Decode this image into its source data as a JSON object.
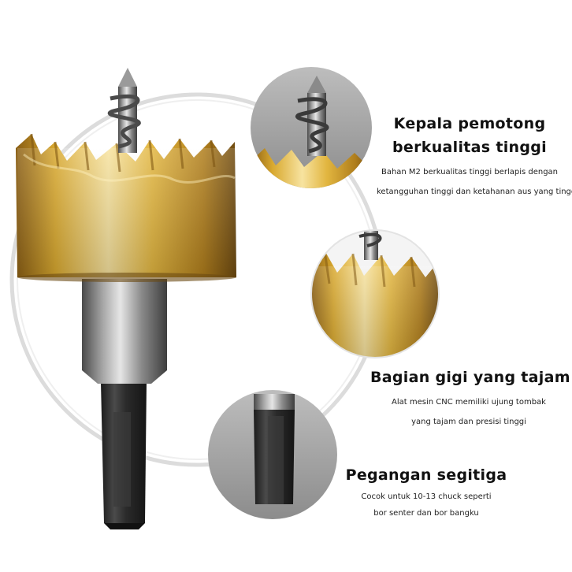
{
  "features": [
    {
      "title_lines": [
        "Kepala pemotong",
        "berkualitas tinggi"
      ],
      "desc_lines": [
        "Bahan M2 berkualitas tinggi berlapis dengan",
        "ketangguhan tinggi dan ketahanan aus yang tinggi"
      ]
    },
    {
      "title_lines": [
        "Bagian gigi yang tajam"
      ],
      "desc_lines": [
        "Alat mesin CNC memiliki ujung tombak",
        "yang tajam dan presisi tinggi"
      ]
    },
    {
      "title_lines": [
        "Pegangan segitiga"
      ],
      "desc_lines": [
        "Cocok untuk 10-13 chuck seperti",
        "bor senter dan bor bangku"
      ]
    }
  ],
  "colors": {
    "background": "#ffffff",
    "ring": "#dcdcdc",
    "detail_circle": "#9a9a9a",
    "gold_light": "#f3d98a",
    "gold_mid": "#d9a92f",
    "gold_dark": "#8a5e14",
    "steel_light": "#d6d6d6",
    "steel_dark": "#5a5a5a",
    "shank_dark": "#2a2a2a"
  },
  "icons": [
    "hole-saw-drill-bit",
    "cutting-head-closeup",
    "saw-teeth-closeup",
    "hex-shank-closeup"
  ]
}
